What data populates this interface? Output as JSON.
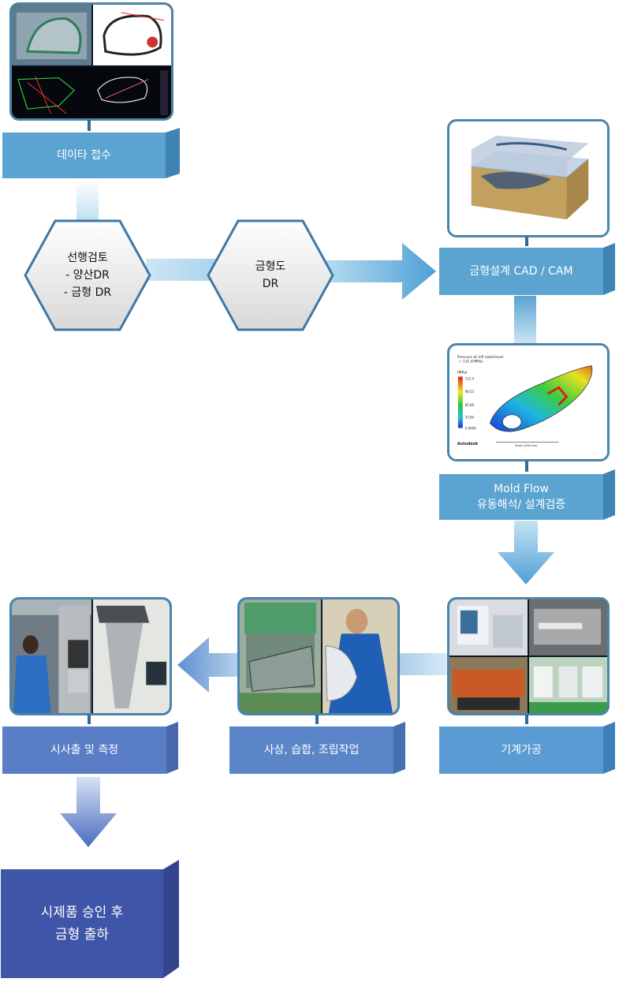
{
  "steps": {
    "data_receipt": "데이타 접수",
    "mold_design": "금형설계 CAD / CAM",
    "mold_flow": "Mold Flow\n유동해석/ 설계검증",
    "machining": "기계가공",
    "assembly": "사상, 습합, 조립작업",
    "trial_injection": "시사출 및 측정",
    "final": "시제품 승인 후\n금형 출하"
  },
  "reviews": {
    "pre_review": "선행검토\n- 양산DR\n- 금형 DR",
    "mold_drawing": "금형도\nDR"
  },
  "moldflow_image": {
    "title": "Pressure at V/P switchover",
    "subtitle": "= 131.4[MPa]",
    "unit": "[MPa]",
    "scale_values": [
      "131.4",
      "98.53",
      "65.69",
      "32.84",
      "0.0000"
    ],
    "brand": "Autodesk",
    "scale_caption": "Scale (300 mm)"
  },
  "colors": {
    "light_blue": "#5ba3d0",
    "mid_blue": "#5a86c8",
    "dark_blue": "#3f55a8",
    "frame_border": "#4a84ad"
  },
  "icons": [
    "arrow-right-icon",
    "arrow-down-icon",
    "arrow-left-icon"
  ]
}
